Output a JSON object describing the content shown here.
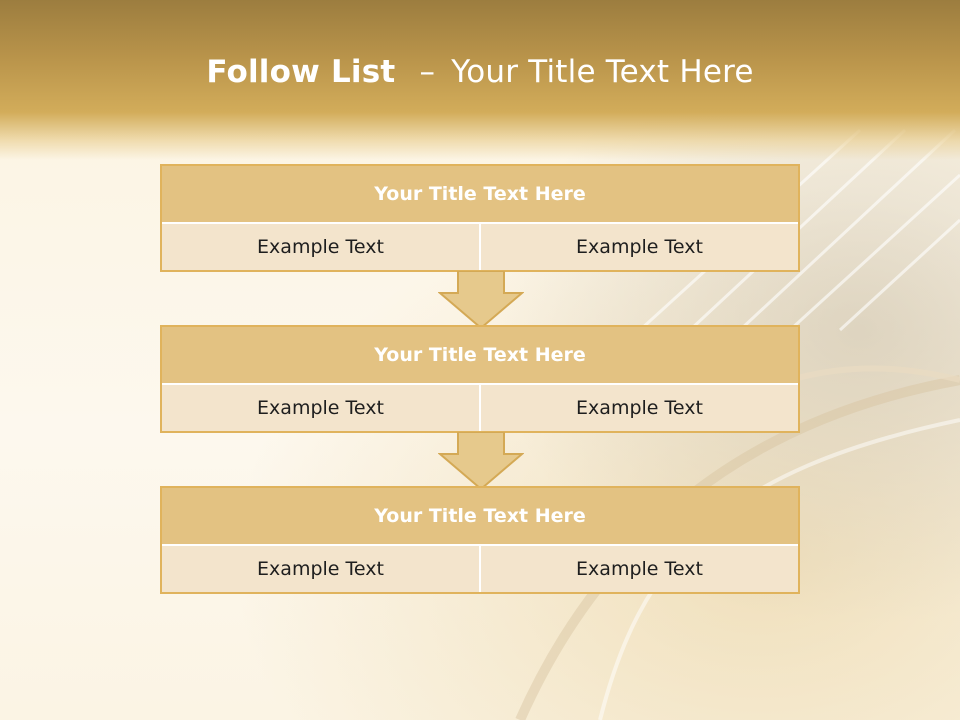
{
  "slide": {
    "title_bold": "Follow List",
    "title_separator": "–",
    "title_rest": "Your Title Text Here"
  },
  "blocks": [
    {
      "title": "Your Title Text Here",
      "cells": [
        "Example Text",
        "Example Text"
      ]
    },
    {
      "title": "Your Title Text Here",
      "cells": [
        "Example Text",
        "Example Text"
      ]
    },
    {
      "title": "Your Title Text Here",
      "cells": [
        "Example Text",
        "Example Text"
      ]
    }
  ],
  "colors": {
    "header_gold": "#b8934a",
    "block_header": "#e3c282",
    "block_border": "#e0b35c",
    "cell_fill": "#f3e4cc",
    "arrow_fill": "#e6c98c"
  }
}
